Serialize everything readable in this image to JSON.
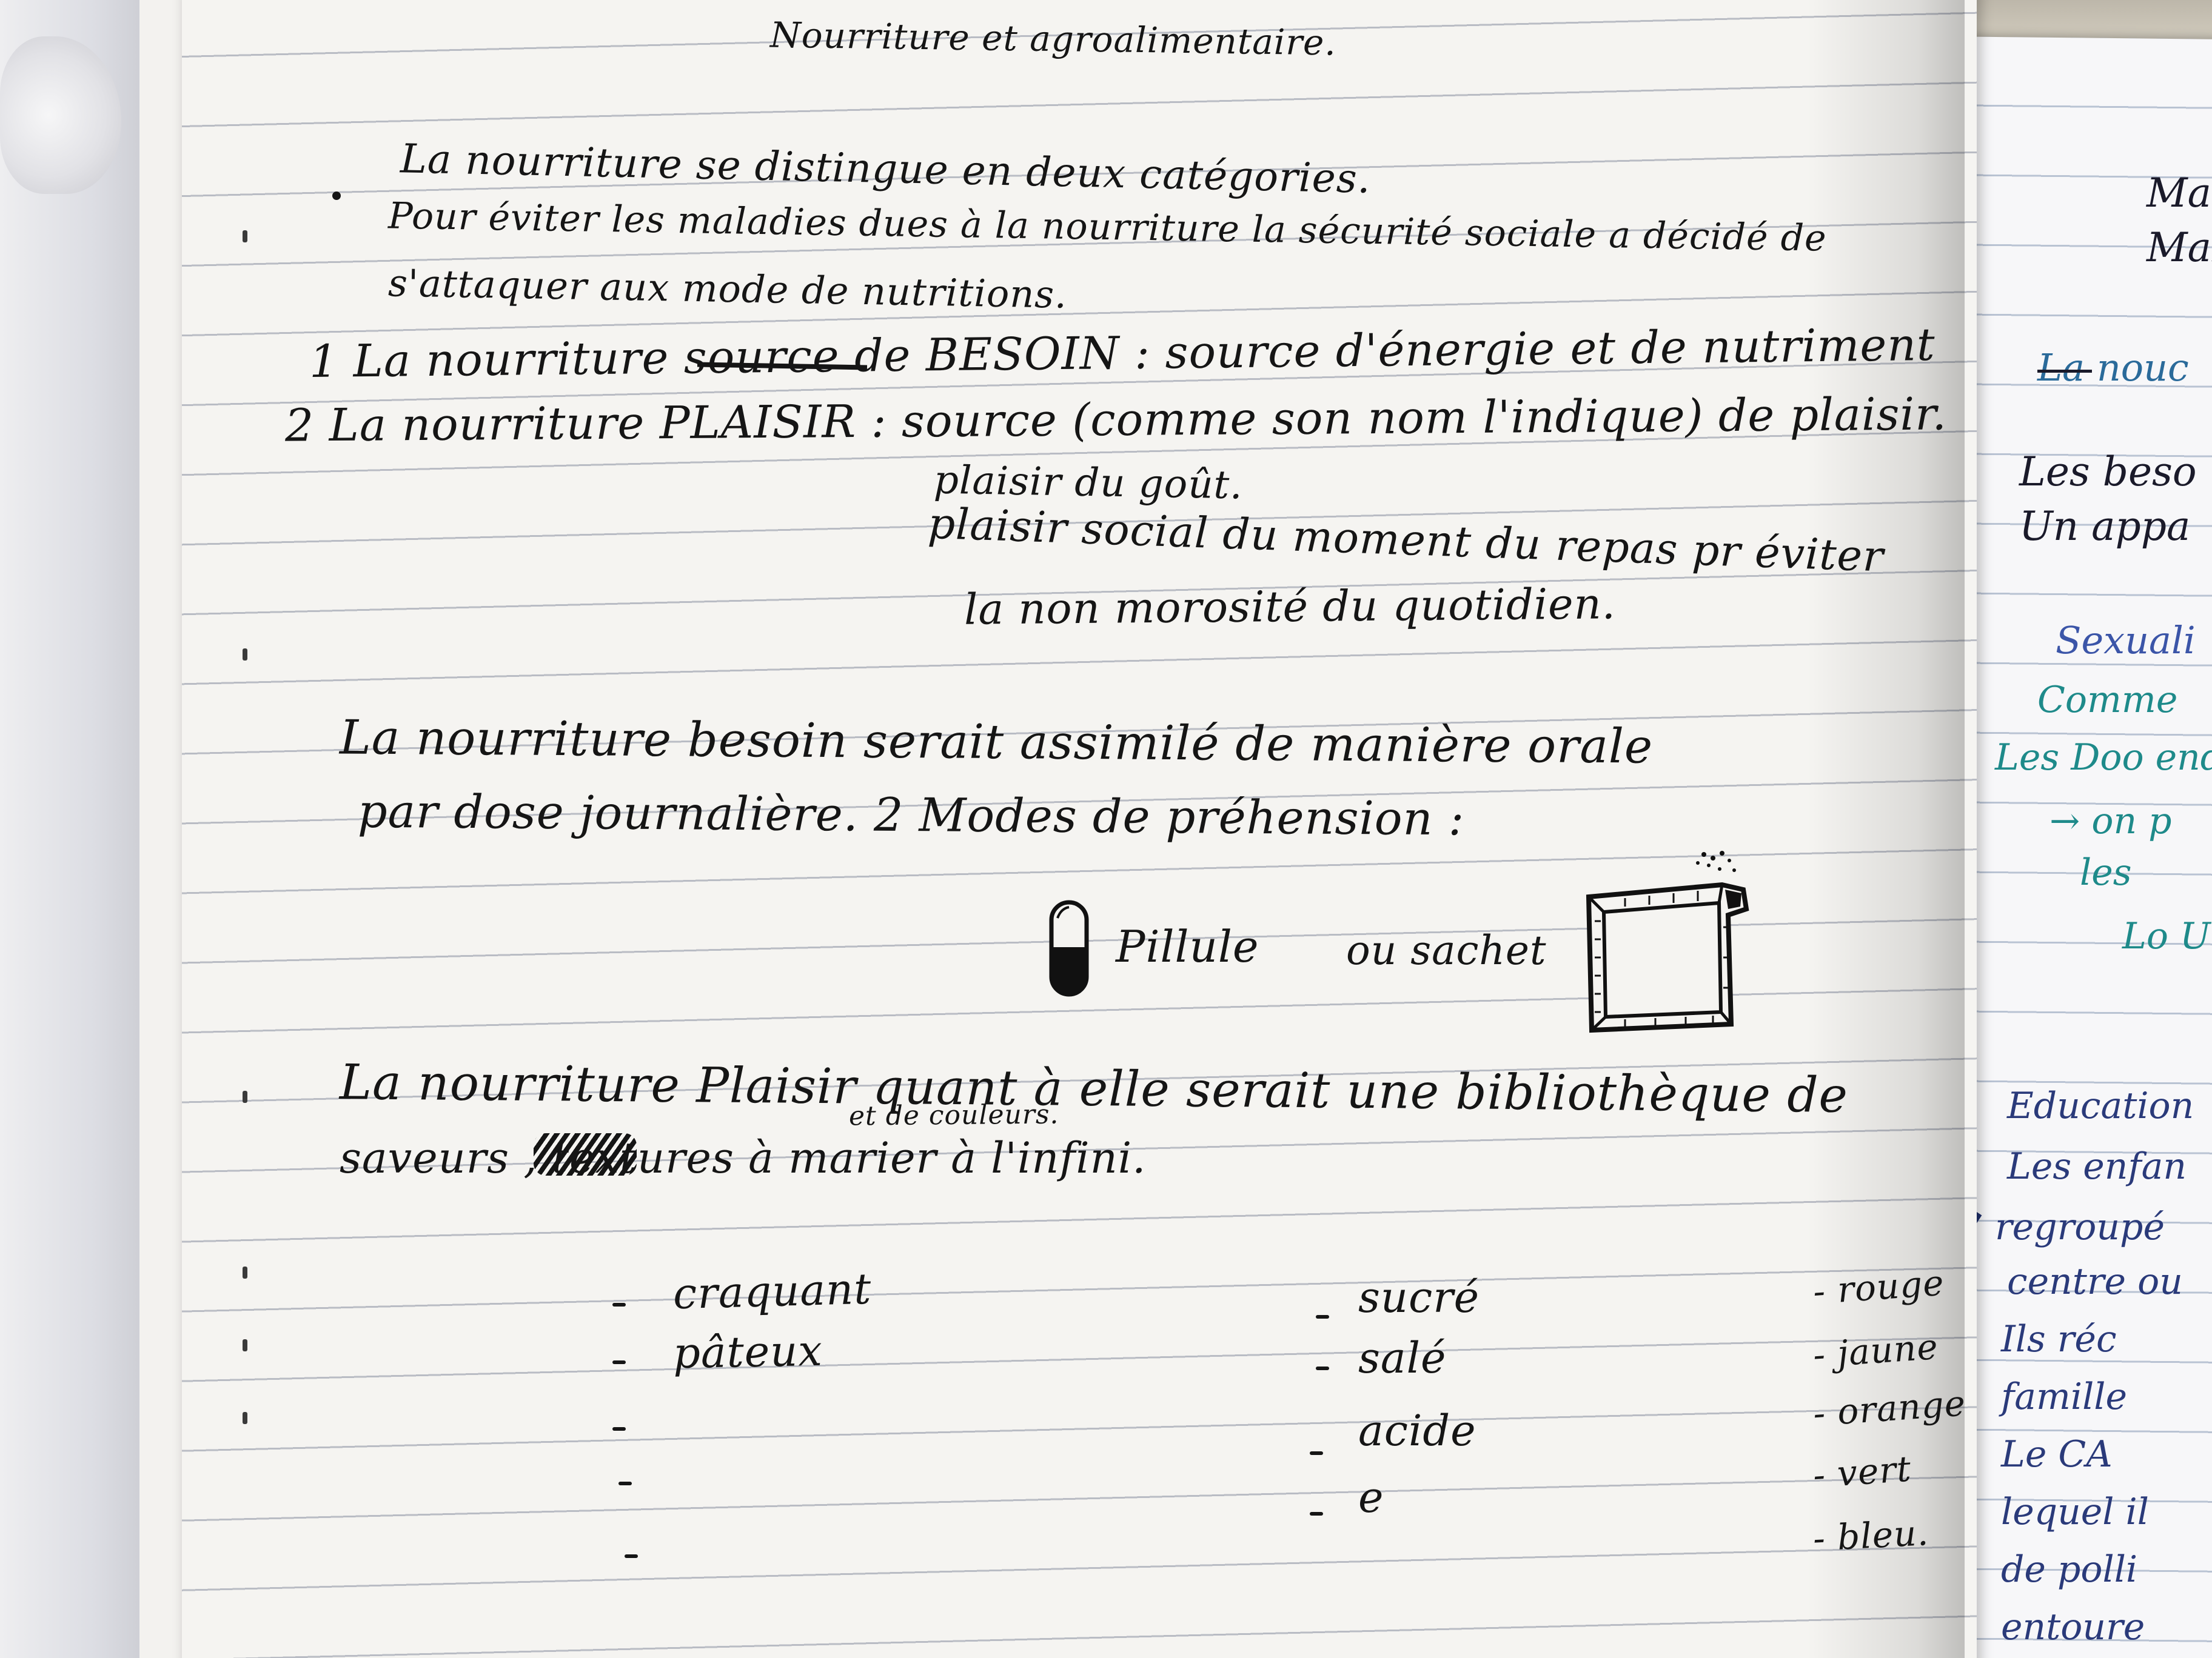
{
  "notebook_page": {
    "title": "Nourriture et agroalimentaire.",
    "lines": [
      "La nourriture se distingue en deux catégories.",
      "Pour éviter les maladies dues à la nourriture la sécurité sociale a décidé de",
      "s'attaquer aux mode de nutritions.",
      "1 La nourriture source de BESOIN : source d'énergie et de nutriment",
      "2 La nourriture PLAISIR : source (comme son nom l'indique) de plaisir.",
      "plaisir du goût.",
      "plaisir social du moment du repas pr éviter",
      "la non morosité du quotidien.",
      "La nourriture besoin serait assimilé de manière orale",
      "par dose journalière. 2 Modes de préhension :",
      "La nourriture Plaisir quant à elle serait une bibliothèque de",
      "saveurs , textures à marier à l'infini."
    ],
    "strikethrough_word": "source de",
    "insertion": "et de couleurs.",
    "pill_label": "Pillule",
    "sachet_label": "ou sachet",
    "texture_list": [
      "craquant",
      "pâteux"
    ],
    "taste_list": [
      "sucré",
      "salé",
      "acide",
      "e"
    ],
    "color_list": [
      "- rouge",
      "- jaune",
      "- orange",
      "- vert",
      "- bleu."
    ]
  },
  "adjacent_notebook": {
    "lines": [
      {
        "text": "Mar",
        "color": "#1a1a2a"
      },
      {
        "text": "Max",
        "color": "#1a1a2a"
      },
      {
        "text": "La nouc",
        "color": "#2a6a9a"
      },
      {
        "text": "Les beso",
        "color": "#1a1a2a"
      },
      {
        "text": "Un appa",
        "color": "#1a1a2a"
      },
      {
        "text": "Sexuali",
        "color": "#3b55a8"
      },
      {
        "text": "Comme",
        "color": "#1e8a8a"
      },
      {
        "text": "Les Doo end",
        "color": "#1e8a8a"
      },
      {
        "text": "→ on p",
        "color": "#1e8a8a"
      },
      {
        "text": "les",
        "color": "#1e8a8a"
      },
      {
        "text": "Lo U",
        "color": "#1e8a8a"
      },
      {
        "text": "Education",
        "color": "#2a3a7a"
      },
      {
        "text": "Les enfan",
        "color": "#2a3a7a"
      },
      {
        "text": "regroupé",
        "color": "#2a3a7a"
      },
      {
        "text": "centre ou",
        "color": "#2a3a7a"
      },
      {
        "text": "Ils réc",
        "color": "#2a3a7a"
      },
      {
        "text": "famille",
        "color": "#2a3a7a"
      },
      {
        "text": "Le CA",
        "color": "#2a3a7a"
      },
      {
        "text": "lequel il",
        "color": "#2a3a7a"
      },
      {
        "text": "de polli",
        "color": "#2a3a7a"
      },
      {
        "text": "entoure",
        "color": "#2a3a7a"
      }
    ]
  },
  "colors": {
    "ink": "#151515",
    "paper": "#f5f4f1",
    "rule_line": "#b9bcc4"
  }
}
